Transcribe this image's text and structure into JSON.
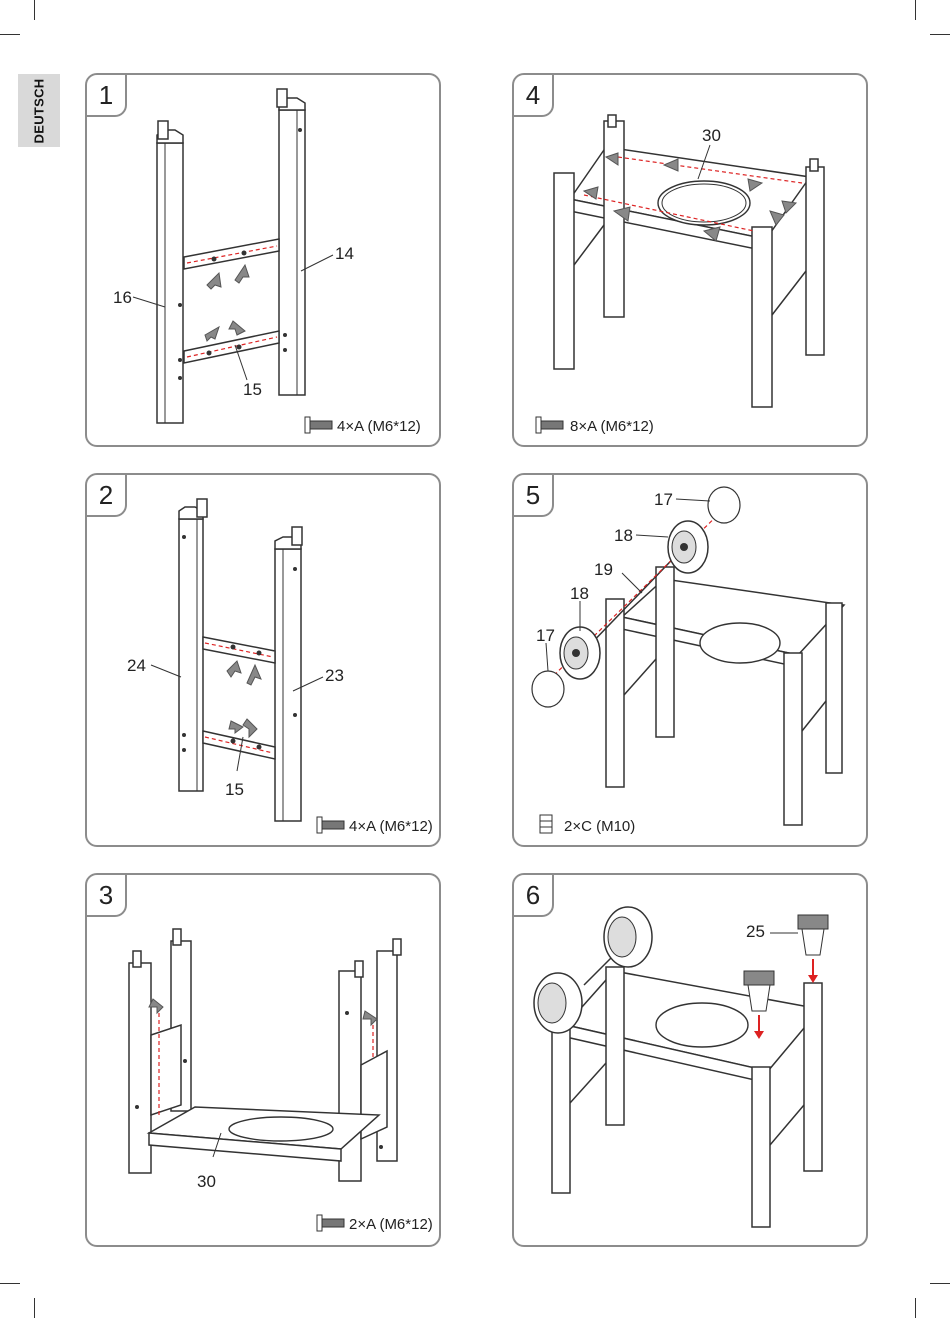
{
  "language_tab": "DEUTSCH",
  "steps": [
    {
      "number": "1",
      "labels": [
        "16",
        "14",
        "15"
      ],
      "hardware": "4×A (M6*12)"
    },
    {
      "number": "2",
      "labels": [
        "24",
        "23",
        "15"
      ],
      "hardware": "4×A (M6*12)"
    },
    {
      "number": "3",
      "labels": [
        "30"
      ],
      "hardware": "2×A (M6*12)"
    },
    {
      "number": "4",
      "labels": [
        "30"
      ],
      "hardware": "8×A (M6*12)"
    },
    {
      "number": "5",
      "labels": [
        "17",
        "18",
        "19",
        "18",
        "17"
      ],
      "hardware": "2×C (M10)"
    },
    {
      "number": "6",
      "labels": [
        "25"
      ],
      "hardware": ""
    }
  ]
}
